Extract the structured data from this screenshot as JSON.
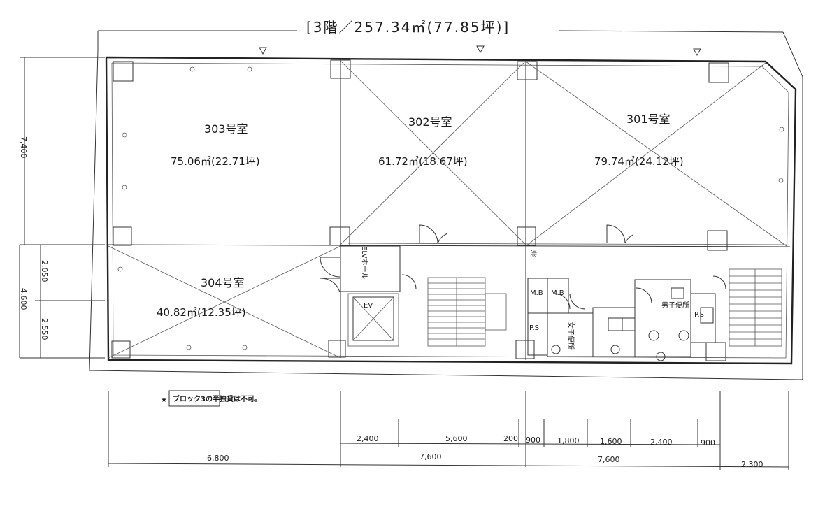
{
  "title": "[3階／257.34㎡(77.85坪)]",
  "rooms": {
    "r303": {
      "name": "303号室",
      "area": "75.06㎡(22.71坪)"
    },
    "r302": {
      "name": "302号室",
      "area": "61.72㎡(18.67坪)"
    },
    "r301": {
      "name": "301号室",
      "area": "79.74㎡(24.12坪)"
    },
    "r304": {
      "name": "304号室",
      "area": "40.82㎡(12.35坪)"
    }
  },
  "labels": {
    "elv_hall": "ELVホール",
    "ev": "EV",
    "mb1": "M.B",
    "mb2": "M.B",
    "ps1": "P.S",
    "ps2": "P.S",
    "yu": "湯",
    "wc_female": "女子便所",
    "wc_male": "男子便所",
    "note": "ブロック3の半独貸は不可。",
    "note_star": "★"
  },
  "dims": {
    "left": [
      "7,400",
      "2,050",
      "4,600",
      "2,550"
    ],
    "upper": [
      "2,400",
      "5,600",
      "200",
      "900",
      "1,800",
      "1,600",
      "2,400",
      "900"
    ],
    "lower": [
      "6,800",
      "7,600",
      "7,600",
      "2,300"
    ]
  }
}
